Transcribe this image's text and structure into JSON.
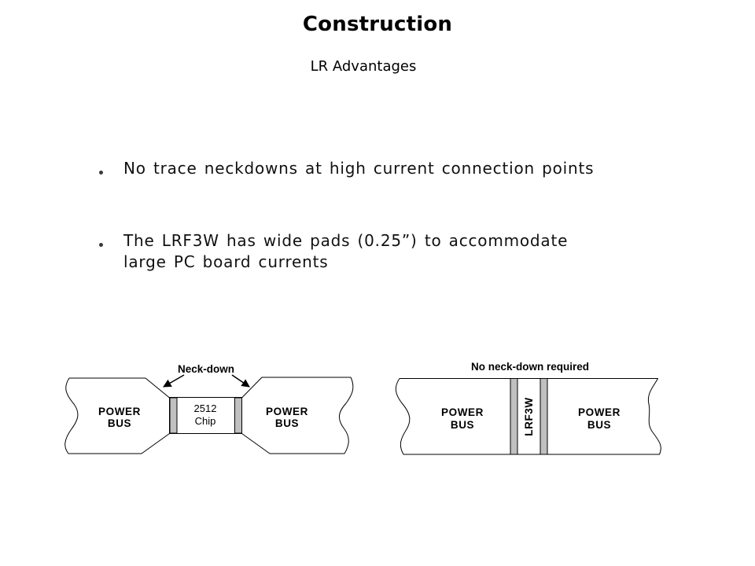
{
  "slide": {
    "title": "Construction",
    "subtitle": "LR Advantages"
  },
  "bullets": [
    {
      "lines": [
        "No trace neckdowns at high current connection points"
      ]
    },
    {
      "lines": [
        "The LRF3W has wide pads (0.25”) to accommodate",
        "large PC board currents"
      ]
    }
  ],
  "diagram_neckdown": {
    "caption": "Neck-down",
    "left_bus": {
      "line1": "POWER",
      "line2": "BUS"
    },
    "chip": {
      "line1": "2512",
      "line2": "Chip"
    },
    "right_bus": {
      "line1": "POWER",
      "line2": "BUS"
    }
  },
  "diagram_no_neckdown": {
    "caption": "No neck-down required",
    "left_bus": {
      "line1": "POWER",
      "line2": "BUS"
    },
    "component": "LRF3W",
    "right_bus": {
      "line1": "POWER",
      "line2": "BUS"
    }
  },
  "colors": {
    "background": "#ffffff",
    "text": "#000000",
    "diagram_outline": "#000000",
    "pad_fill": "#c0c0c0"
  }
}
